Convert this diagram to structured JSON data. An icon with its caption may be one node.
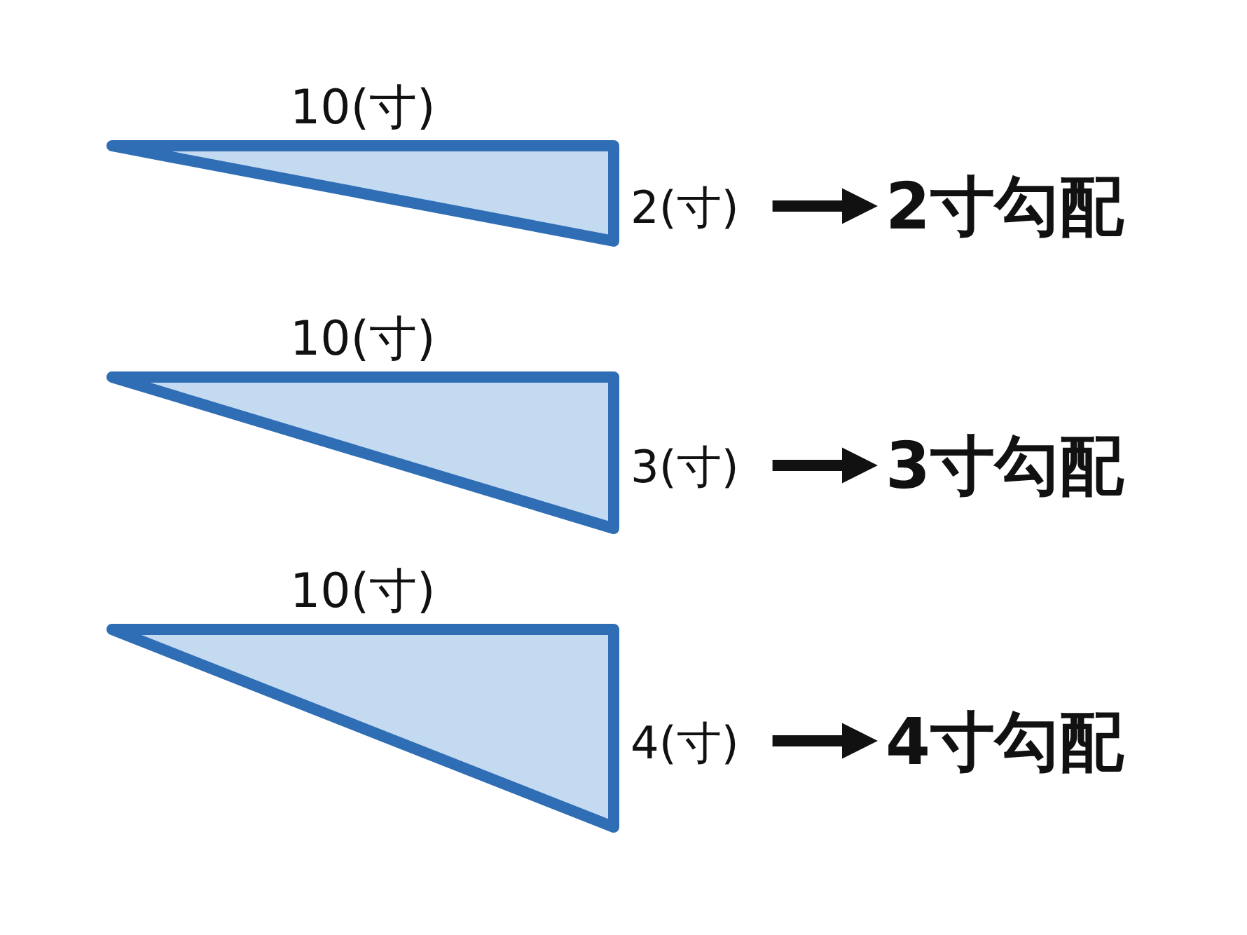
{
  "diagram": {
    "nodes": [
      {
        "text": [],
        "shape": "triangle",
        "beside": [
          "10(寸)"
        ]
      },
      {
        "text": [
          "2(寸)"
        ]
      },
      {
        "text": [
          "2寸勾配"
        ]
      },
      {
        "text": [],
        "shape": "triangle",
        "beside": [
          "10(寸)"
        ]
      },
      {
        "text": [
          "3(寸)"
        ]
      },
      {
        "text": [
          "3寸勾配"
        ]
      },
      {
        "text": [],
        "shape": "triangle",
        "beside": [
          "10(寸)"
        ]
      },
      {
        "text": [
          "4(寸)"
        ]
      },
      {
        "text": [
          "4寸勾配"
        ]
      }
    ],
    "edges": [
      {
        "from": 1,
        "to": 2,
        "arrow": "to"
      },
      {
        "from": 4,
        "to": 5,
        "arrow": "to"
      },
      {
        "from": 7,
        "to": 8,
        "arrow": "to"
      }
    ]
  }
}
